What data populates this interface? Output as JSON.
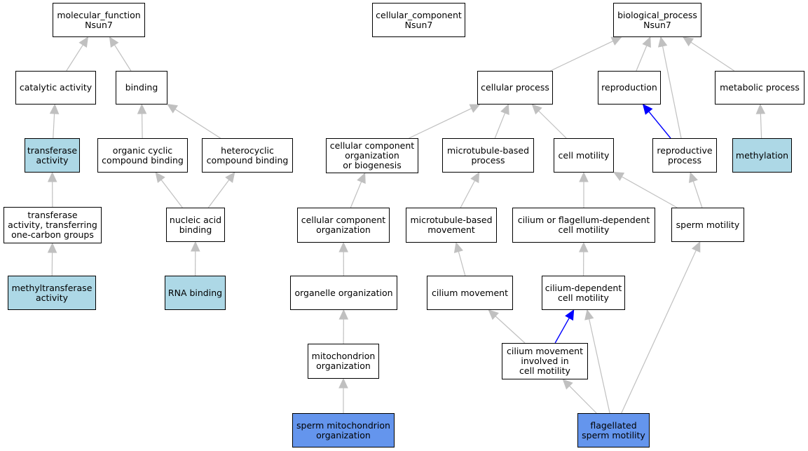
{
  "colors": {
    "normal_fill": "#ffffff",
    "light_fill": "#add8e6",
    "dark_fill": "#6495ed",
    "edge_gray": "#c0c0c0",
    "edge_blue": "#0000ff"
  },
  "nodes": {
    "mf_root": {
      "label": "molecular_function\nNsun7",
      "style": "normal"
    },
    "cc_root": {
      "label": "cellular_component\nNsun7",
      "style": "normal"
    },
    "bp_root": {
      "label": "biological_process\nNsun7",
      "style": "normal"
    },
    "catalytic": {
      "label": "catalytic activity",
      "style": "normal"
    },
    "binding": {
      "label": "binding",
      "style": "normal"
    },
    "transferase": {
      "label": "transferase\nactivity",
      "style": "light"
    },
    "organic_cyclic": {
      "label": "organic cyclic\ncompound binding",
      "style": "normal"
    },
    "heterocyclic": {
      "label": "heterocyclic\ncompound binding",
      "style": "normal"
    },
    "transferase_one_carbon": {
      "label": "transferase\nactivity, transferring\none-carbon groups",
      "style": "normal"
    },
    "nucleic_acid": {
      "label": "nucleic acid\nbinding",
      "style": "normal"
    },
    "methyltransferase": {
      "label": "methyltransferase\nactivity",
      "style": "light"
    },
    "rna_binding": {
      "label": "RNA binding",
      "style": "light"
    },
    "cellular_process": {
      "label": "cellular process",
      "style": "normal"
    },
    "reproduction": {
      "label": "reproduction",
      "style": "normal"
    },
    "metabolic": {
      "label": "metabolic process",
      "style": "normal"
    },
    "cc_org_biogenesis": {
      "label": "cellular component\norganization\nor biogenesis",
      "style": "normal"
    },
    "mt_process": {
      "label": "microtubule-based\nprocess",
      "style": "normal"
    },
    "cell_motility": {
      "label": "cell motility",
      "style": "normal"
    },
    "reproductive_process": {
      "label": "reproductive\nprocess",
      "style": "normal"
    },
    "methylation": {
      "label": "methylation",
      "style": "light"
    },
    "cc_org": {
      "label": "cellular component\norganization",
      "style": "normal"
    },
    "mt_movement": {
      "label": "microtubule-based\nmovement",
      "style": "normal"
    },
    "cilium_flag_motility": {
      "label": "cilium or flagellum-dependent\ncell motility",
      "style": "normal"
    },
    "sperm_motility": {
      "label": "sperm motility",
      "style": "normal"
    },
    "organelle_org": {
      "label": "organelle organization",
      "style": "normal"
    },
    "cilium_movement": {
      "label": "cilium movement",
      "style": "normal"
    },
    "cilium_dep_motility": {
      "label": "cilium-dependent\ncell motility",
      "style": "normal"
    },
    "mito_org": {
      "label": "mitochondrion\norganization",
      "style": "normal"
    },
    "cilium_movement_involved": {
      "label": "cilium movement\ninvolved in\ncell motility",
      "style": "normal"
    },
    "sperm_mito_org": {
      "label": "sperm mitochondrion\norganization",
      "style": "dark"
    },
    "flagellated_sperm": {
      "label": "flagellated\nsperm motility",
      "style": "dark"
    }
  },
  "edges": [
    {
      "from": "catalytic",
      "to": "mf_root",
      "color": "gray"
    },
    {
      "from": "binding",
      "to": "mf_root",
      "color": "gray"
    },
    {
      "from": "transferase",
      "to": "catalytic",
      "color": "gray"
    },
    {
      "from": "organic_cyclic",
      "to": "binding",
      "color": "gray"
    },
    {
      "from": "heterocyclic",
      "to": "binding",
      "color": "gray"
    },
    {
      "from": "transferase_one_carbon",
      "to": "transferase",
      "color": "gray"
    },
    {
      "from": "nucleic_acid",
      "to": "organic_cyclic",
      "color": "gray"
    },
    {
      "from": "nucleic_acid",
      "to": "heterocyclic",
      "color": "gray"
    },
    {
      "from": "methyltransferase",
      "to": "transferase_one_carbon",
      "color": "gray"
    },
    {
      "from": "rna_binding",
      "to": "nucleic_acid",
      "color": "gray"
    },
    {
      "from": "cellular_process",
      "to": "bp_root",
      "color": "gray"
    },
    {
      "from": "reproduction",
      "to": "bp_root",
      "color": "gray"
    },
    {
      "from": "reproductive_process",
      "to": "bp_root",
      "color": "gray"
    },
    {
      "from": "metabolic",
      "to": "bp_root",
      "color": "gray"
    },
    {
      "from": "cc_org_biogenesis",
      "to": "cellular_process",
      "color": "gray"
    },
    {
      "from": "mt_process",
      "to": "cellular_process",
      "color": "gray"
    },
    {
      "from": "cell_motility",
      "to": "cellular_process",
      "color": "gray"
    },
    {
      "from": "reproductive_process",
      "to": "reproduction",
      "color": "blue"
    },
    {
      "from": "methylation",
      "to": "metabolic",
      "color": "gray"
    },
    {
      "from": "cc_org",
      "to": "cc_org_biogenesis",
      "color": "gray"
    },
    {
      "from": "mt_movement",
      "to": "mt_process",
      "color": "gray"
    },
    {
      "from": "cilium_flag_motility",
      "to": "cell_motility",
      "color": "gray"
    },
    {
      "from": "sperm_motility",
      "to": "cell_motility",
      "color": "gray"
    },
    {
      "from": "sperm_motility",
      "to": "reproductive_process",
      "color": "gray"
    },
    {
      "from": "organelle_org",
      "to": "cc_org",
      "color": "gray"
    },
    {
      "from": "cilium_movement",
      "to": "mt_movement",
      "color": "gray"
    },
    {
      "from": "cilium_dep_motility",
      "to": "cilium_flag_motility",
      "color": "gray"
    },
    {
      "from": "mito_org",
      "to": "organelle_org",
      "color": "gray"
    },
    {
      "from": "cilium_movement_involved",
      "to": "cilium_movement",
      "color": "gray"
    },
    {
      "from": "cilium_movement_involved",
      "to": "cilium_dep_motility",
      "color": "blue"
    },
    {
      "from": "sperm_mito_org",
      "to": "mito_org",
      "color": "gray"
    },
    {
      "from": "flagellated_sperm",
      "to": "cilium_movement_involved",
      "color": "gray"
    },
    {
      "from": "flagellated_sperm",
      "to": "cilium_dep_motility",
      "color": "gray"
    },
    {
      "from": "flagellated_sperm",
      "to": "sperm_motility",
      "color": "gray"
    }
  ]
}
